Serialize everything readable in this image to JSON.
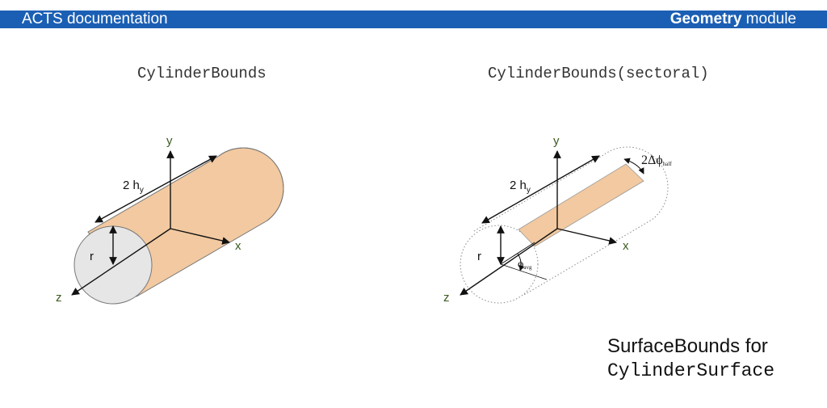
{
  "header": {
    "left_title": "ACTS documentation",
    "right_bold": "Geometry",
    "right_rest": " module"
  },
  "panels": {
    "left": {
      "title": "CylinderBounds",
      "labels": {
        "y": "y",
        "x": "x",
        "z": "z",
        "r": "r",
        "length_main": "2 h",
        "length_sub": "y"
      }
    },
    "right": {
      "title": "CylinderBounds(sectoral)",
      "labels": {
        "y": "y",
        "x": "x",
        "z": "z",
        "r": "r",
        "length_main": "2 h",
        "length_sub": "y",
        "phi_avg_main": "ϕ",
        "phi_avg_sub": "avg",
        "delta_phi_main": "2Δϕ",
        "delta_phi_sub": "half"
      }
    }
  },
  "caption": {
    "line1": "SurfaceBounds for",
    "line2": "CylinderSurface"
  },
  "colors": {
    "header_bg": "#1b5fb4",
    "surface_fill": "#f2c9a0",
    "end_cap_fill": "#e6e6e6",
    "axis_label": "#3a5a1e"
  }
}
